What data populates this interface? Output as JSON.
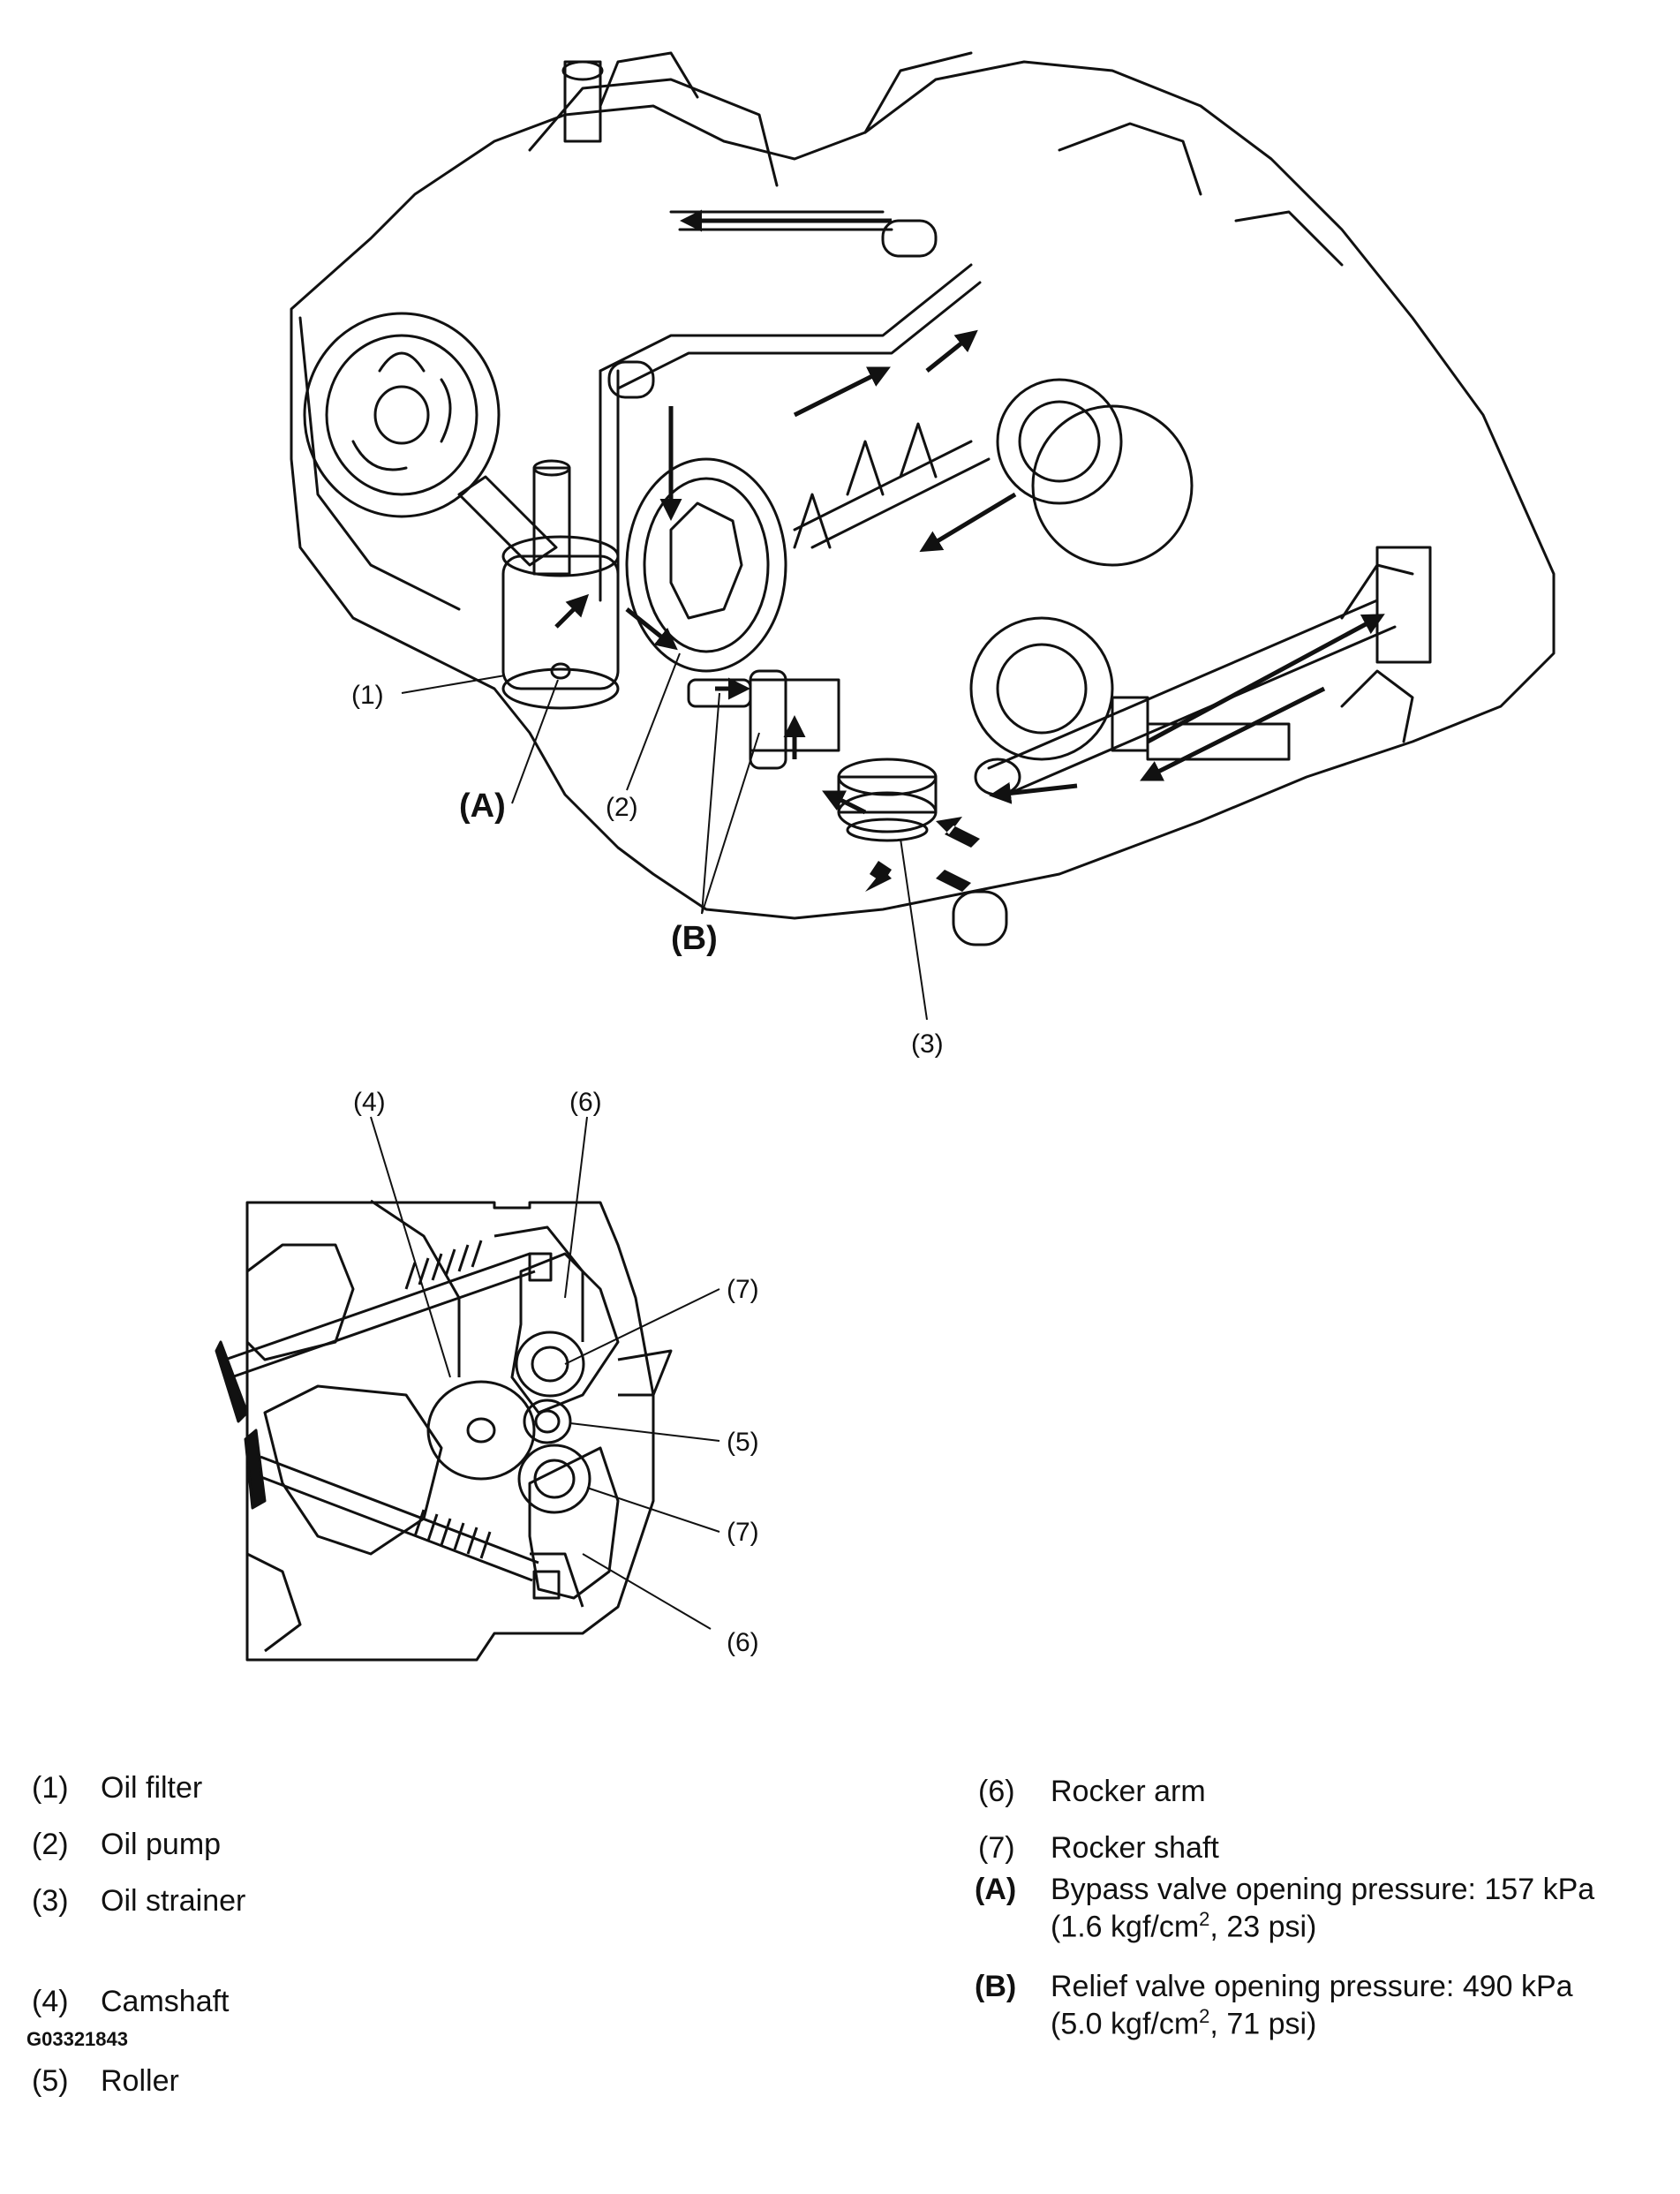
{
  "callouts": {
    "c1": "(1)",
    "c2": "(2)",
    "c3": "(3)",
    "c4": "(4)",
    "c5": "(5)",
    "c6a": "(6)",
    "c6b": "(6)",
    "c7a": "(7)",
    "c7b": "(7)",
    "cA": "(A)",
    "cB": "(B)"
  },
  "legend": {
    "left": [
      {
        "key": "(1)",
        "text": "Oil filter"
      },
      {
        "key": "(2)",
        "text": "Oil pump"
      },
      {
        "key": "(3)",
        "text": "Oil strainer"
      },
      {
        "key": "(4)",
        "text": "Camshaft"
      },
      {
        "key": "(5)",
        "text": "Roller"
      }
    ],
    "right": [
      {
        "key": "(6)",
        "text": "Rocker arm"
      },
      {
        "key": "(7)",
        "text": "Rocker shaft"
      },
      {
        "key": "(A)",
        "line1": "Bypass valve opening pressure: 157 kPa",
        "line2_pre": "(1.6 kgf/cm",
        "sup": "2",
        "line2_post": ", 23 psi)"
      },
      {
        "key": "(B)",
        "line1": "Relief valve opening pressure: 490 kPa",
        "line2_pre": "(5.0 kgf/cm",
        "sup": "2",
        "line2_post": ", 71 psi)"
      }
    ]
  },
  "figure_id": "G03321843"
}
